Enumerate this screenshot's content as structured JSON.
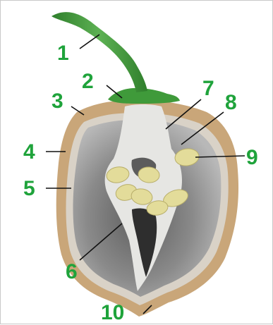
{
  "labels": [
    "1",
    "2",
    "3",
    "4",
    "5",
    "6",
    "7",
    "8",
    "9",
    "10"
  ],
  "colors": {
    "label": "#1fa33b",
    "stem": "#3f9a3a",
    "skin": "#c9a679",
    "cavity": "#8a8a8a",
    "placenta": "#e6e6e3",
    "seed": "#e3dc9a"
  }
}
